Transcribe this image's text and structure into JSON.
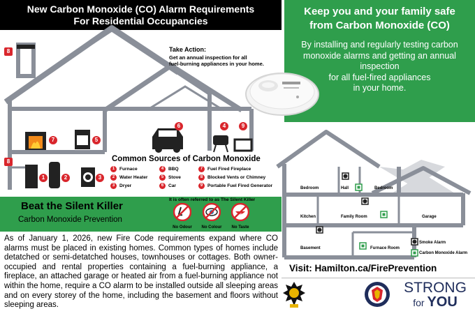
{
  "header": {
    "title_line1": "New Carbon Monoxide (CO) Alarm Requirements",
    "title_line2": "For Residential Occupancies"
  },
  "promo": {
    "title_line1": "Keep you and your family safe",
    "title_line2": "from Carbon Monoxide (CO)",
    "body_line1": "By installing and regularly testing carbon",
    "body_line2": "monoxide alarms and getting an annual",
    "body_line3": "inspection",
    "body_line4": "for all fuel-fired appliances",
    "body_line5": "in your home."
  },
  "take_action": {
    "title": "Take Action:",
    "line1": "Get an annual inspection for all",
    "line2": "fuel-burning appliances in your home."
  },
  "house_badges": [
    "8",
    "7",
    "5",
    "6",
    "4",
    "9",
    "8",
    "1",
    "2",
    "3"
  ],
  "sources": {
    "title": "Common Sources of Carbon Monoxide",
    "items": [
      {
        "num": "1",
        "label": "Furnace"
      },
      {
        "num": "4",
        "label": "BBQ"
      },
      {
        "num": "7",
        "label": "Fuel Fired Fireplace"
      },
      {
        "num": "2",
        "label": "Water Heater"
      },
      {
        "num": "5",
        "label": "Stove"
      },
      {
        "num": "8",
        "label": "Blocked Vents or Chimney"
      },
      {
        "num": "3",
        "label": "Dryer"
      },
      {
        "num": "6",
        "label": "Car"
      },
      {
        "num": "9",
        "label": "Portable Fuel Fired Generator"
      }
    ]
  },
  "killer": {
    "title": "Beat the Silent Killer",
    "subtitle": "Carbon Monoxide Prevention",
    "note": "It is often referred to as The Silent Killer",
    "no_odour": "No Odour",
    "no_colour": "No Colour",
    "no_taste": "No Taste"
  },
  "body_text": "As of January 1, 2026, new Fire Code requirements expand where CO alarms must be placed in existing homes. Common types of homes include detatched or semi-detatched houses, townhouses or cottages. Both owner-occupied and rental properties containing a fuel-burning appliance, a fireplace, an attached garage or heated air from a fuel-burning appliance not within the home, require a CO alarm to be installed outside all sleeping areas and on every storey of the home, including the basement and floors without sleeping areas.",
  "floor_plan": {
    "rooms": {
      "bedroom1": "Bedroom",
      "hall": "Hall",
      "bedroom2": "Bedroom",
      "kitchen": "Kitchen",
      "family_room": "Family Room",
      "garage": "Garage",
      "basement": "Basement",
      "furnace_room": "Furnace Room"
    },
    "legend_smoke": "Smoke Alarm",
    "legend_co": "Carbon Monoxide Alarm"
  },
  "visit": "Visit: Hamilton.ca/FirePrevention",
  "brand": {
    "strong": "STRONG",
    "for": "for",
    "you": "YOU"
  },
  "colors": {
    "green": "#2f9e4c",
    "red": "#d9262c",
    "house_gray": "#8a8f99",
    "navy": "#1f2d5b"
  }
}
